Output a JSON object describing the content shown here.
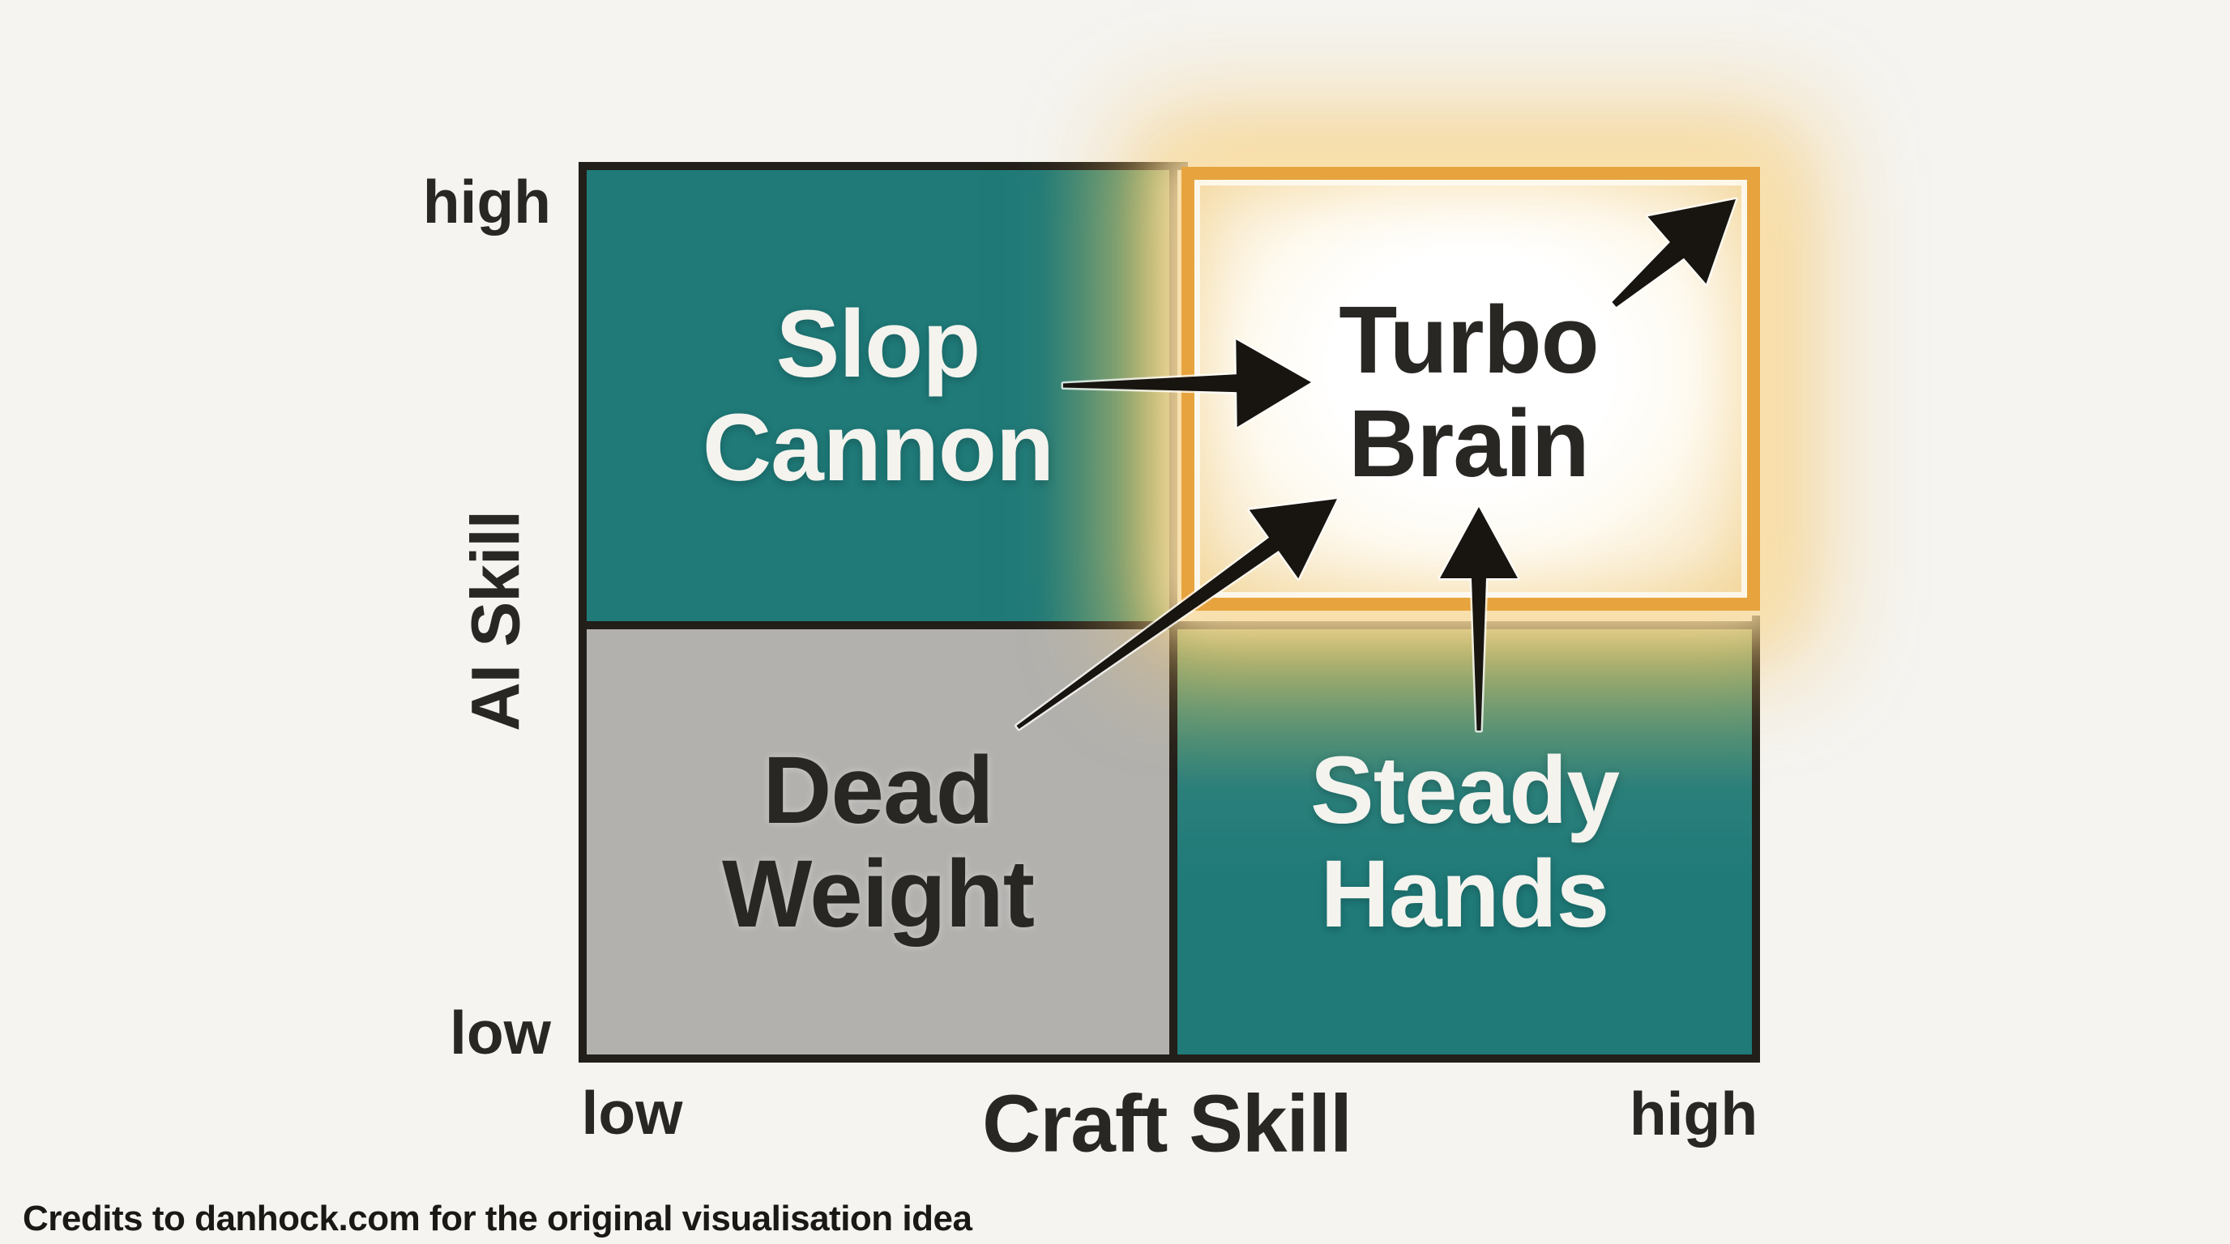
{
  "colors": {
    "bg": "#f5f4f1",
    "teal": "#1f7a78",
    "gray": "#b2b1ae",
    "amber": "#e7a43e",
    "line": "#221e19",
    "arrow": "#181410",
    "text-dark": "#292723",
    "text-light": "#f4f3ee"
  },
  "matrix": {
    "quadrants": [
      {
        "id": "top-left",
        "label_line1": "Slop",
        "label_line2": "Cannon",
        "fill": "teal",
        "text": "light"
      },
      {
        "id": "top-right",
        "label_line1": "Turbo",
        "label_line2": "Brain",
        "fill": "white-glow",
        "text": "dark",
        "highlight_border": "#e7a43e"
      },
      {
        "id": "bottom-left",
        "label_line1": "Dead",
        "label_line2": "Weight",
        "fill": "gray",
        "text": "dark"
      },
      {
        "id": "bottom-right",
        "label_line1": "Steady",
        "label_line2": "Hands",
        "fill": "teal",
        "text": "light"
      }
    ]
  },
  "axes": {
    "y": {
      "label": "AI Skill",
      "top_tick": "high",
      "bottom_tick": "low"
    },
    "x": {
      "label": "Craft Skill",
      "left_tick": "low",
      "right_tick": "high"
    }
  },
  "arrows": [
    {
      "name": "arrow-slop-to-turbo",
      "from": "Slop Cannon",
      "to": "Turbo Brain"
    },
    {
      "name": "arrow-dead-to-turbo",
      "from": "Dead Weight",
      "to": "Turbo Brain"
    },
    {
      "name": "arrow-steady-to-turbo",
      "from": "Steady Hands",
      "to": "Turbo Brain"
    },
    {
      "name": "arrow-turbo-up-right",
      "from": "Turbo Brain",
      "to": "up-and-right"
    }
  ],
  "credit": "Credits to danhock.com for the original visualisation idea"
}
